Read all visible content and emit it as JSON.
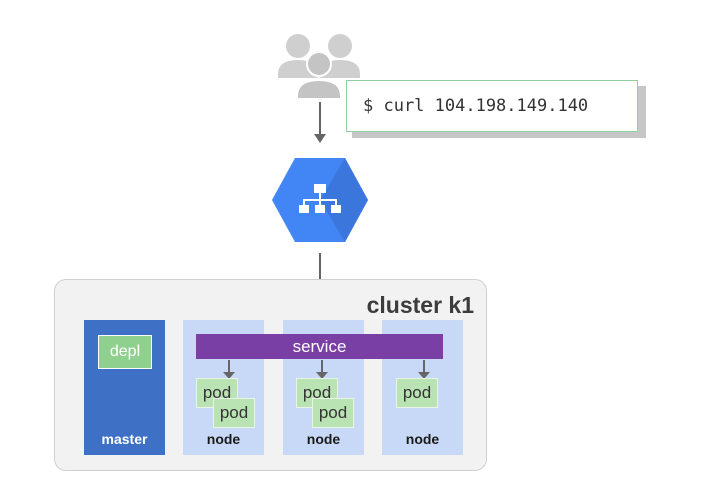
{
  "command": "$ curl 104.198.149.140",
  "cluster": {
    "title": "cluster k1",
    "master": {
      "label": "master",
      "deployment": "depl"
    },
    "service": "service",
    "nodes": [
      {
        "label": "node",
        "pods": [
          "pod",
          "pod"
        ]
      },
      {
        "label": "node",
        "pods": [
          "pod",
          "pod"
        ]
      },
      {
        "label": "node",
        "pods": [
          "pod"
        ]
      }
    ]
  },
  "icons": {
    "users": "users-icon",
    "load_balancer": "load-balancer-icon"
  },
  "colors": {
    "load_balancer": "#4285f4",
    "master": "#3e71c6",
    "node": "#c7d9f7",
    "service": "#7a3fa5",
    "pod": "#b9e3b2",
    "depl": "#8fd08e"
  }
}
